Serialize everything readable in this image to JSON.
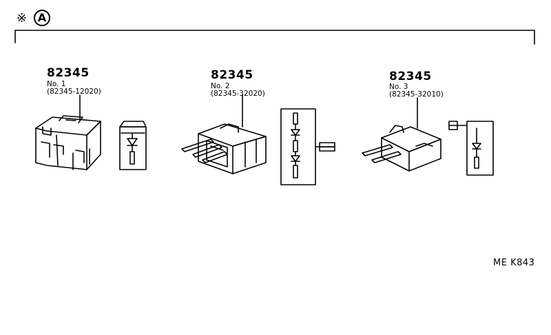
{
  "header": {
    "marker_symbol": "※",
    "group_label": "A"
  },
  "parts": [
    {
      "number": "82345",
      "variant": "No. 1",
      "code": "(82345-12020)"
    },
    {
      "number": "82345",
      "variant": "No. 2",
      "code": "(82345-32020)"
    },
    {
      "number": "82345",
      "variant": "No. 3",
      "code": "(82345-32010)"
    }
  ],
  "footer": {
    "ref_code": "ME K843"
  },
  "colors": {
    "ink": "#000000",
    "paper": "#ffffff"
  }
}
